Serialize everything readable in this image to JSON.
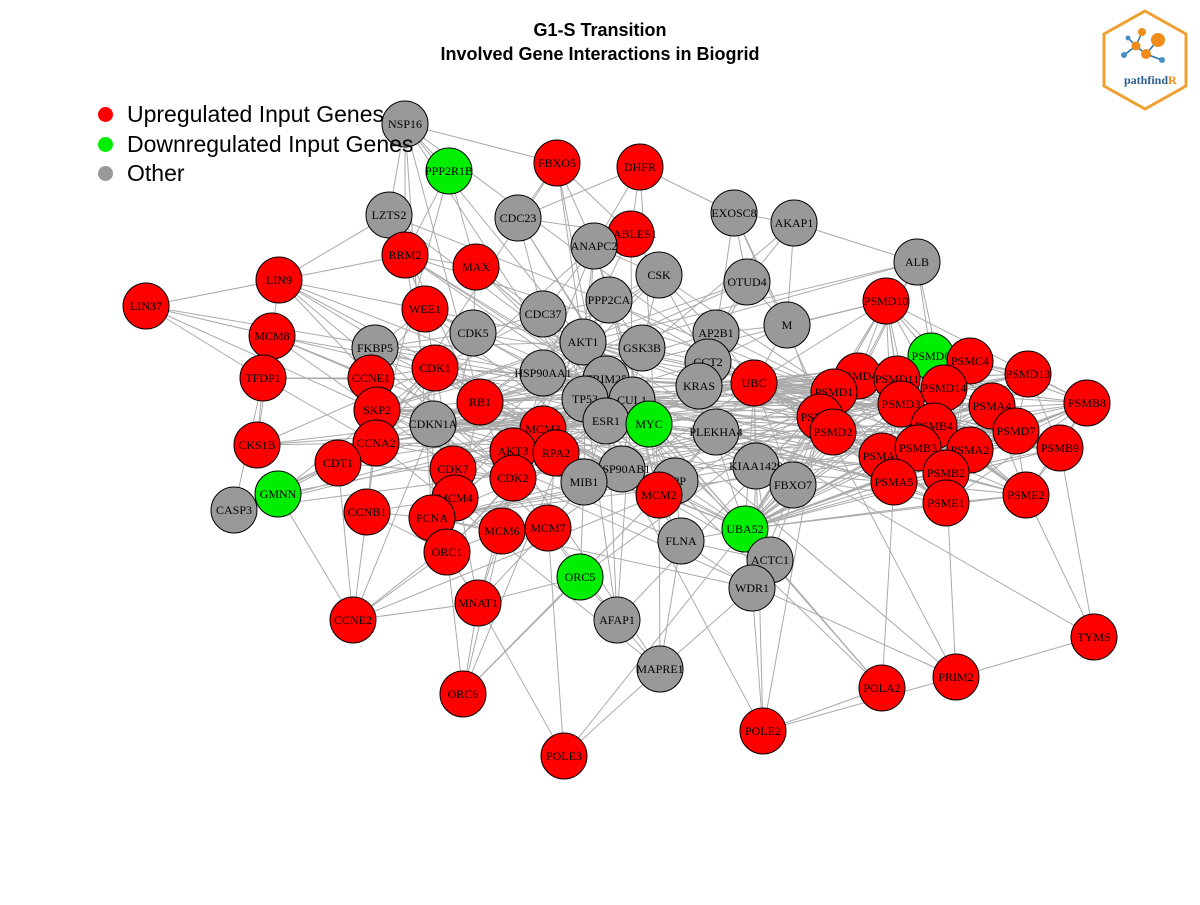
{
  "title": [
    "G1-S Transition",
    "Involved Gene Interactions in Biogrid"
  ],
  "legend": [
    {
      "label": "Upregulated Input Genes",
      "color": "#ff0000"
    },
    {
      "label": "Downregulated Input Genes",
      "color": "#00ee00"
    },
    {
      "label": "Other",
      "color": "#999999"
    }
  ],
  "colors": {
    "up": "#ff0000",
    "down": "#00ee00",
    "other": "#999999",
    "edge": "#aaaaaa"
  },
  "logo": {
    "text": "pathfind",
    "accent": "R"
  },
  "nodes": [
    {
      "id": "NSP16",
      "group": "other"
    },
    {
      "id": "PPP2R1B",
      "group": "down"
    },
    {
      "id": "FBXO5",
      "group": "up"
    },
    {
      "id": "DHFR",
      "group": "up"
    },
    {
      "id": "EXOSC8",
      "group": "other"
    },
    {
      "id": "AKAP1",
      "group": "other"
    },
    {
      "id": "LZTS2",
      "group": "other"
    },
    {
      "id": "CDC23",
      "group": "other"
    },
    {
      "id": "CABLES1",
      "group": "up"
    },
    {
      "id": "ANAPC2",
      "group": "other"
    },
    {
      "id": "RRM2",
      "group": "up"
    },
    {
      "id": "MAX",
      "group": "up"
    },
    {
      "id": "CSK",
      "group": "other"
    },
    {
      "id": "OTUD4",
      "group": "other"
    },
    {
      "id": "ALB",
      "group": "other"
    },
    {
      "id": "LIN9",
      "group": "up"
    },
    {
      "id": "LIN37",
      "group": "up"
    },
    {
      "id": "WEE1",
      "group": "up"
    },
    {
      "id": "PPP2CA",
      "group": "other"
    },
    {
      "id": "CDC37",
      "group": "other"
    },
    {
      "id": "CDK5",
      "group": "other"
    },
    {
      "id": "M",
      "group": "other"
    },
    {
      "id": "PSMD10",
      "group": "up"
    },
    {
      "id": "AP2B1",
      "group": "other"
    },
    {
      "id": "MCM8",
      "group": "up"
    },
    {
      "id": "FKBP5",
      "group": "other"
    },
    {
      "id": "AKT1",
      "group": "other"
    },
    {
      "id": "GSK3B",
      "group": "other"
    },
    {
      "id": "CCT2",
      "group": "other"
    },
    {
      "id": "PSMD6",
      "group": "down"
    },
    {
      "id": "PSMC4",
      "group": "up"
    },
    {
      "id": "PSMD13",
      "group": "up"
    },
    {
      "id": "TFDP1",
      "group": "up"
    },
    {
      "id": "CCNE1",
      "group": "up"
    },
    {
      "id": "CDK1",
      "group": "up"
    },
    {
      "id": "HSP90AA1",
      "group": "other"
    },
    {
      "id": "TRIM25",
      "group": "other"
    },
    {
      "id": "KRAS",
      "group": "other"
    },
    {
      "id": "UBC",
      "group": "up"
    },
    {
      "id": "PSMD4",
      "group": "up"
    },
    {
      "id": "PSMD11",
      "group": "up"
    },
    {
      "id": "PSMD14",
      "group": "up"
    },
    {
      "id": "PSMD1",
      "group": "up"
    },
    {
      "id": "PSMD3",
      "group": "up"
    },
    {
      "id": "PSMA4",
      "group": "up"
    },
    {
      "id": "PSMB8",
      "group": "up"
    },
    {
      "id": "RB1",
      "group": "up"
    },
    {
      "id": "TP53",
      "group": "other"
    },
    {
      "id": "CUL1",
      "group": "other"
    },
    {
      "id": "SKP2",
      "group": "up"
    },
    {
      "id": "CDKN1A",
      "group": "other"
    },
    {
      "id": "MCM3",
      "group": "up"
    },
    {
      "id": "ESR1",
      "group": "other"
    },
    {
      "id": "MYC",
      "group": "down"
    },
    {
      "id": "PLEKHA4",
      "group": "other"
    },
    {
      "id": "PSMA3",
      "group": "up"
    },
    {
      "id": "PSMD2",
      "group": "up"
    },
    {
      "id": "PSMB4",
      "group": "up"
    },
    {
      "id": "PSMD7",
      "group": "up"
    },
    {
      "id": "CKS1B",
      "group": "up"
    },
    {
      "id": "CCNA2",
      "group": "up"
    },
    {
      "id": "AKT3",
      "group": "up"
    },
    {
      "id": "RPA2",
      "group": "up"
    },
    {
      "id": "PSMA2",
      "group": "up"
    },
    {
      "id": "PSMB9",
      "group": "up"
    },
    {
      "id": "CDT1",
      "group": "up"
    },
    {
      "id": "CDK7",
      "group": "up"
    },
    {
      "id": "HSP90AB1",
      "group": "other"
    },
    {
      "id": "KIAA1429",
      "group": "other"
    },
    {
      "id": "PSMA7",
      "group": "up"
    },
    {
      "id": "PSMB3",
      "group": "up"
    },
    {
      "id": "CDK2",
      "group": "up"
    },
    {
      "id": "PSMB2",
      "group": "up"
    },
    {
      "id": "GMNN",
      "group": "down"
    },
    {
      "id": "MIB1",
      "group": "other"
    },
    {
      "id": "APP",
      "group": "other"
    },
    {
      "id": "FBXO7",
      "group": "other"
    },
    {
      "id": "PSMA5",
      "group": "up"
    },
    {
      "id": "CASP3",
      "group": "other"
    },
    {
      "id": "CCNB1",
      "group": "up"
    },
    {
      "id": "MCM4",
      "group": "up"
    },
    {
      "id": "MCM2",
      "group": "up"
    },
    {
      "id": "PSME1",
      "group": "up"
    },
    {
      "id": "PSME2",
      "group": "up"
    },
    {
      "id": "PCNA",
      "group": "up"
    },
    {
      "id": "UBA52",
      "group": "down"
    },
    {
      "id": "MCM7",
      "group": "up"
    },
    {
      "id": "MCM6",
      "group": "up"
    },
    {
      "id": "FLNA",
      "group": "other"
    },
    {
      "id": "ACTC1",
      "group": "other"
    },
    {
      "id": "ORC1",
      "group": "up"
    },
    {
      "id": "ORC5",
      "group": "down"
    },
    {
      "id": "WDR1",
      "group": "other"
    },
    {
      "id": "MNAT1",
      "group": "up"
    },
    {
      "id": "AFAP1",
      "group": "other"
    },
    {
      "id": "CCNE2",
      "group": "up"
    },
    {
      "id": "TYMS",
      "group": "up"
    },
    {
      "id": "MAPRE1",
      "group": "other"
    },
    {
      "id": "PRIM2",
      "group": "up"
    },
    {
      "id": "POLA2",
      "group": "up"
    },
    {
      "id": "ORC6",
      "group": "up"
    },
    {
      "id": "POLE2",
      "group": "up"
    },
    {
      "id": "POLE3",
      "group": "up"
    }
  ]
}
